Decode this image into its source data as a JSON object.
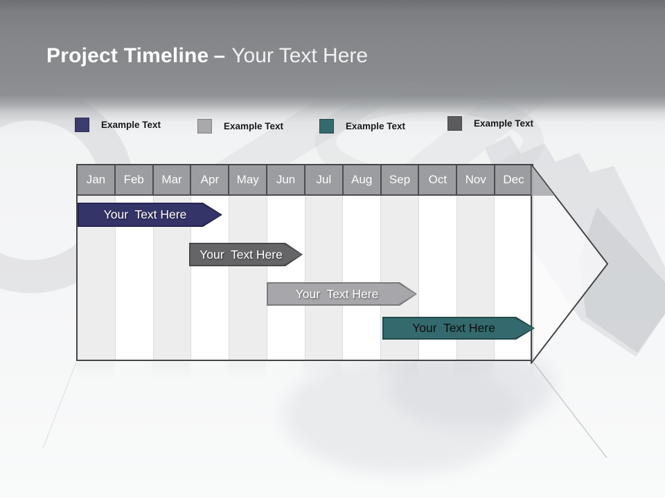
{
  "slide": {
    "title": {
      "main": "Project Timeline",
      "separator": "–",
      "sub": "Your Text Here"
    }
  },
  "legend": {
    "items": [
      {
        "label": "Example Text",
        "color": "#3c3d6e",
        "border": "#2c2d52"
      },
      {
        "label": "Example Text",
        "color": "#a9a9ad",
        "border": "#7f7f84"
      },
      {
        "label": "Example Text",
        "color": "#356a6c",
        "border": "#23494b"
      },
      {
        "label": "Example Text",
        "color": "#5c5c5f",
        "border": "#434346"
      }
    ]
  },
  "timeline": {
    "months": [
      "Jan",
      "Feb",
      "Mar",
      "Apr",
      "May",
      "Jun",
      "Jul",
      "Aug",
      "Sep",
      "Oct",
      "Nov",
      "Dec"
    ],
    "bars": [
      {
        "label": "Your  Text Here",
        "fill": "#343468",
        "border": "#252550",
        "text_color": "#ffffff",
        "start_month": "Jan",
        "end_month": "Apr"
      },
      {
        "label": "Your  Text Here",
        "fill": "#656568",
        "border": "#48484b",
        "text_color": "#ffffff",
        "start_month": "Mar",
        "end_month": "Jun"
      },
      {
        "label": "Your  Text Here",
        "fill": "#a7a7ab",
        "border": "#7b7b7f",
        "text_color": "#ffffff",
        "start_month": "Jun",
        "end_month": "Oct"
      },
      {
        "label": "Your  Text Here",
        "fill": "#346a6d",
        "border": "#214a4c",
        "text_color": "#0c0c0d",
        "start_month": "Sep",
        "end_month": "Dec"
      }
    ]
  }
}
